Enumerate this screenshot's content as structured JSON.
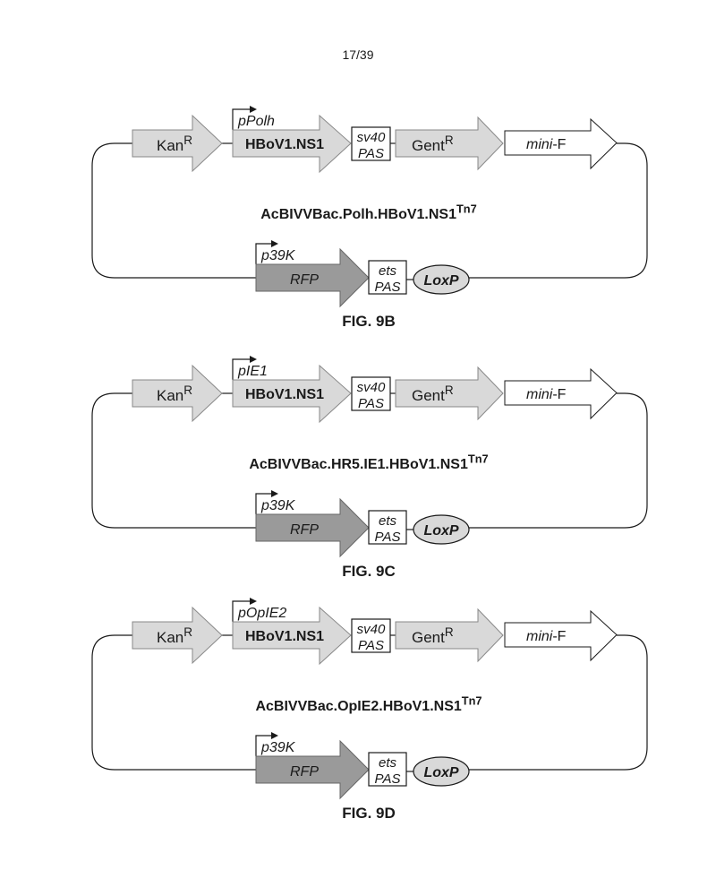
{
  "page_number": "17/39",
  "colors": {
    "light_gray": "#d9d9d9",
    "dark_gray": "#9a9a9a",
    "loxp_fill": "#d9d9d9",
    "outline": "#1a1a1a",
    "white": "#ffffff"
  },
  "common": {
    "kan": {
      "text": "Kan",
      "sup": "R"
    },
    "gene": "HBoV1.NS1",
    "sv40": {
      "line1": "sv40",
      "line2": "PAS"
    },
    "gent": {
      "text": "Gent",
      "sup": "R"
    },
    "minif": {
      "italic": "mini",
      "rest": "-F"
    },
    "p39k": "p39K",
    "rfp": "RFP",
    "ets": {
      "line1": "ets",
      "line2": "PAS"
    },
    "loxp": "LoxP"
  },
  "panels": [
    {
      "promoter": "pPolh",
      "construct": "AcBIVVBac.Polh.HBoV1.NS1",
      "construct_sup": "Tn7",
      "caption": "FIG. 9B"
    },
    {
      "promoter": "pIE1",
      "construct": "AcBIVVBac.HR5.IE1.HBoV1.NS1",
      "construct_sup": "Tn7",
      "caption": "FIG. 9C"
    },
    {
      "promoter": "pOpIE2",
      "construct": "AcBIVVBac.OpIE2.HBoV1.NS1",
      "construct_sup": "Tn7",
      "caption": "FIG. 9D"
    }
  ]
}
